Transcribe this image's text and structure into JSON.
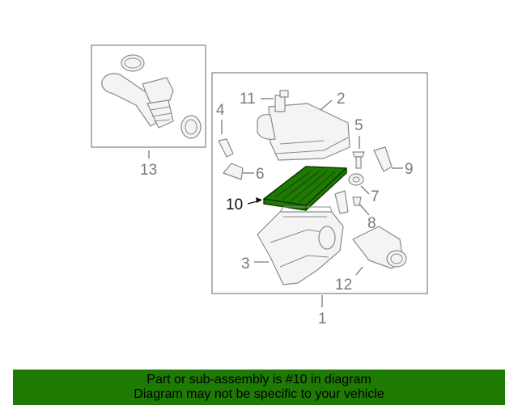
{
  "callouts": {
    "c1": "1",
    "c2": "2",
    "c3": "3",
    "c4": "4",
    "c5": "5",
    "c6": "6",
    "c7": "7",
    "c8": "8",
    "c9": "9",
    "c10": "10",
    "c11": "11",
    "c12": "12",
    "c13": "13"
  },
  "colors": {
    "highlight_fill": "#1f7a04",
    "banner_bg": "#1f7a04",
    "line_gray": "#8a8a8a"
  },
  "banner": {
    "line1": "Part or sub-assembly is #10 in diagram",
    "line2": "Diagram may not be specific to your vehicle"
  }
}
